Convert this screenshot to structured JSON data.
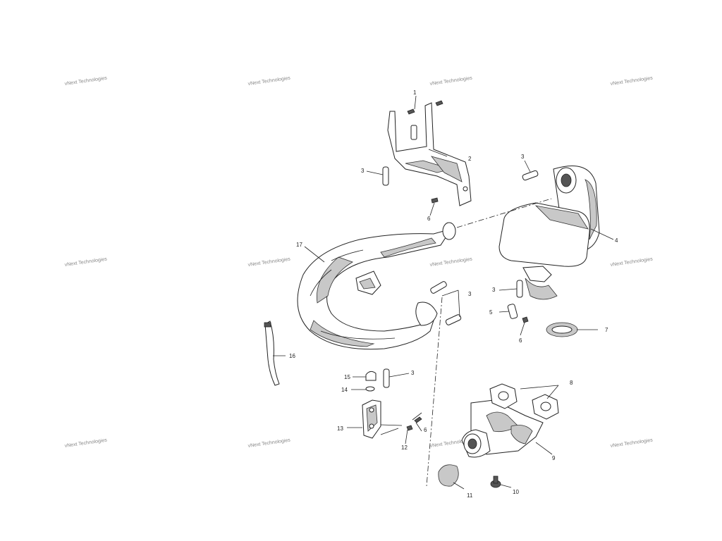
{
  "watermark": {
    "text": "vNext Technologies"
  },
  "callouts": [
    "1",
    "2",
    "3",
    "3",
    "3",
    "3",
    "3",
    "4",
    "5",
    "6",
    "6",
    "6",
    "7",
    "8",
    "9",
    "10",
    "11",
    "12",
    "13",
    "14",
    "15",
    "16",
    "17"
  ]
}
